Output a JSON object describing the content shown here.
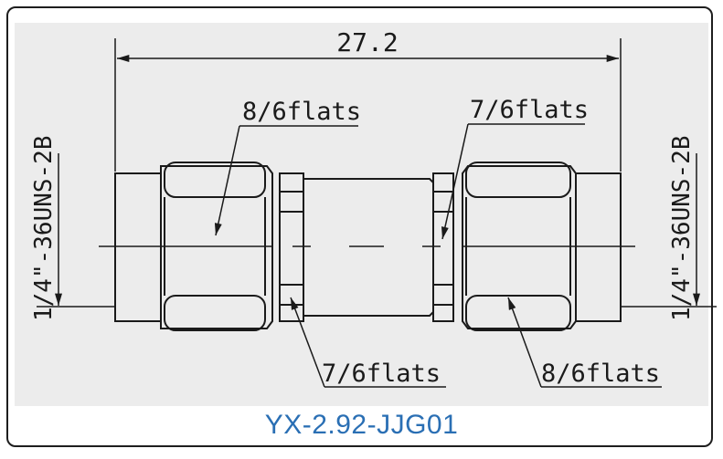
{
  "drawing": {
    "overall_length": "27.2",
    "thread_left": "1/4\"-36UNS-2B",
    "thread_right": "1/4\"-36UNS-2B",
    "flats_top_left": "8/6flats",
    "flats_top_right": "7/6flats",
    "flats_bottom_left": "7/6flats",
    "flats_bottom_right": "8/6flats"
  },
  "caption": {
    "model": "YX-2.92-JJG01",
    "color": "#2a6fb4"
  }
}
